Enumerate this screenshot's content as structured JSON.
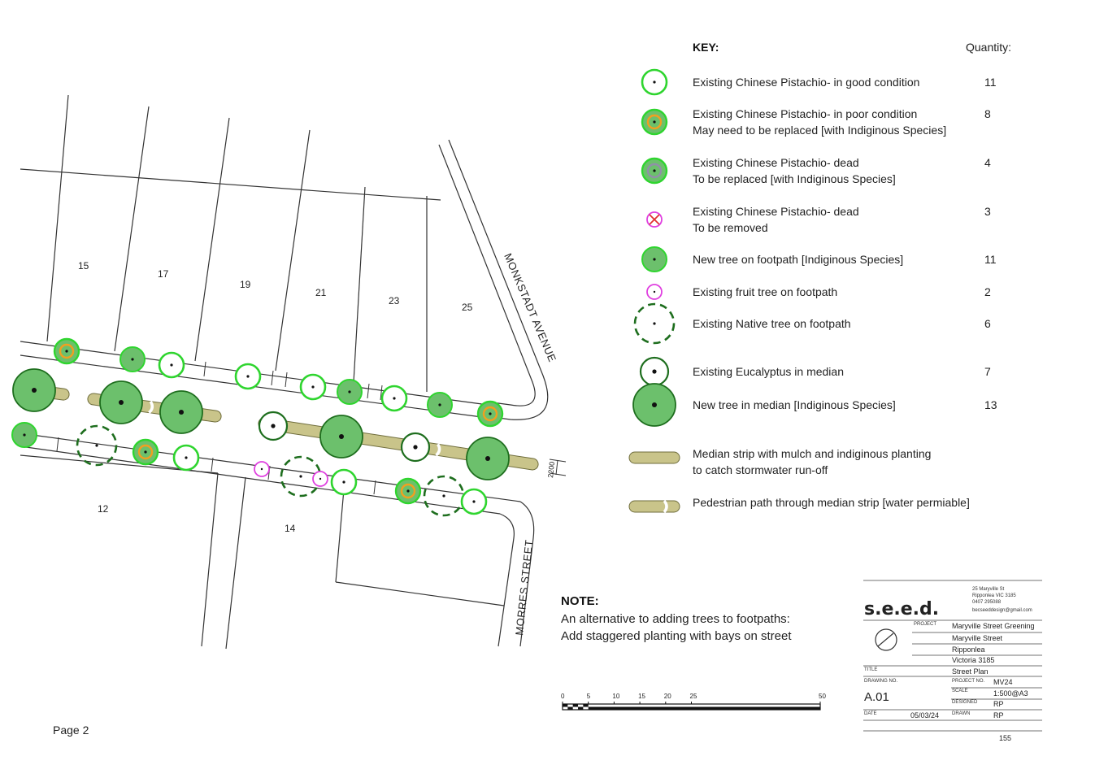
{
  "colors": {
    "bright_green": "#2fd52f",
    "fill_green": "#6cc06c",
    "dark_green": "#1e6e1e",
    "orange": "#f0a020",
    "grey_ring": "#9090a8",
    "magenta": "#e040e0",
    "red": "#e03030",
    "median_fill": "#c9c48a",
    "median_stroke": "#6f6d3c"
  },
  "key": {
    "title": "KEY:",
    "quantity_header": "Quantity:",
    "items": [
      {
        "symbol": "existing-good",
        "icon": "open-green-circle-icon",
        "lines": [
          "Existing Chinese Pistachio- in good condition"
        ],
        "qty": "11"
      },
      {
        "symbol": "existing-poor",
        "icon": "green-circle-orange-ring-icon",
        "lines": [
          "Existing Chinese Pistachio- in poor condition",
          "May need to be replaced [with Indiginous Species]"
        ],
        "qty": "8"
      },
      {
        "symbol": "existing-dead-replace",
        "icon": "green-circle-grey-ring-icon",
        "lines": [
          "Existing Chinese Pistachio- dead",
          "To be replaced [with Indiginous Species]"
        ],
        "qty": "4"
      },
      {
        "symbol": "existing-dead-remove",
        "icon": "crossed-circle-icon",
        "lines": [
          "Existing Chinese Pistachio- dead",
          "To be removed"
        ],
        "qty": "3"
      },
      {
        "symbol": "new-footpath",
        "icon": "filled-green-circle-icon",
        "lines": [
          "New tree on footpath [Indiginous Species]"
        ],
        "qty": "11"
      },
      {
        "symbol": "fruit-tree",
        "icon": "magenta-circle-icon",
        "lines": [
          "Existing fruit tree on footpath"
        ],
        "qty": "2"
      },
      {
        "symbol": "native-footpath",
        "icon": "dashed-green-circle-icon",
        "lines": [
          "Existing Native tree on footpath"
        ],
        "qty": "6"
      },
      {
        "symbol": "eucalyptus-median",
        "icon": "dark-green-ring-icon",
        "lines": [
          "Existing Eucalyptus in median"
        ],
        "qty": "7"
      },
      {
        "symbol": "new-median",
        "icon": "large-filled-green-circle-icon",
        "lines": [
          "New tree in median [Indiginous Species]"
        ],
        "qty": "13"
      },
      {
        "symbol": "median-strip",
        "icon": "median-strip-icon",
        "lines": [
          "Median strip with mulch and indiginous planting",
          "to catch stormwater run-off"
        ],
        "qty": ""
      },
      {
        "symbol": "ped-path",
        "icon": "pedestrian-path-icon",
        "lines": [
          "Pedestrian path through median strip [water permiable]"
        ],
        "qty": ""
      }
    ]
  },
  "plan": {
    "lots_north": [
      "15",
      "17",
      "19",
      "21",
      "23",
      "25"
    ],
    "lots_south": [
      "12",
      "14"
    ],
    "streets": {
      "monkstadt": "MONKSTADT AVENUE",
      "morres": "MORRES STREET"
    },
    "dimension": "2200"
  },
  "note": {
    "title": "NOTE:",
    "lines": [
      "An alternative to adding trees to footpaths:",
      "Add staggered planting with bays on street"
    ]
  },
  "scale_bar": {
    "labels": [
      "0",
      "5",
      "10",
      "15",
      "20",
      "25",
      "50"
    ]
  },
  "title_block": {
    "logo": "s.e.e.d.",
    "address_lines": [
      "25 Maryville St",
      "Ripponlea VIC 3185",
      "0407 295088",
      "becseeddesign@gmail.com"
    ],
    "project_label": "PROJECT",
    "project_lines": [
      "Maryville Street Greening",
      "Maryville Street",
      "Ripponlea",
      "Victoria 3185"
    ],
    "title_label": "TITLE",
    "title_value": "Street Plan",
    "drawing_no_label": "DRAWING NO.",
    "drawing_no": "A.01",
    "project_no_label": "PROJECT NO.",
    "project_no": "MV24",
    "scale_label": "SCALE",
    "scale_value": "1:500@A3",
    "designed_label": "DESIGNED",
    "designed_value": "RP",
    "date_label": "DATE",
    "date_value": "05/03/24",
    "drawn_label": "DRAWN",
    "drawn_value": "RP",
    "sheet_number": "155"
  },
  "page_label": "Page 2"
}
